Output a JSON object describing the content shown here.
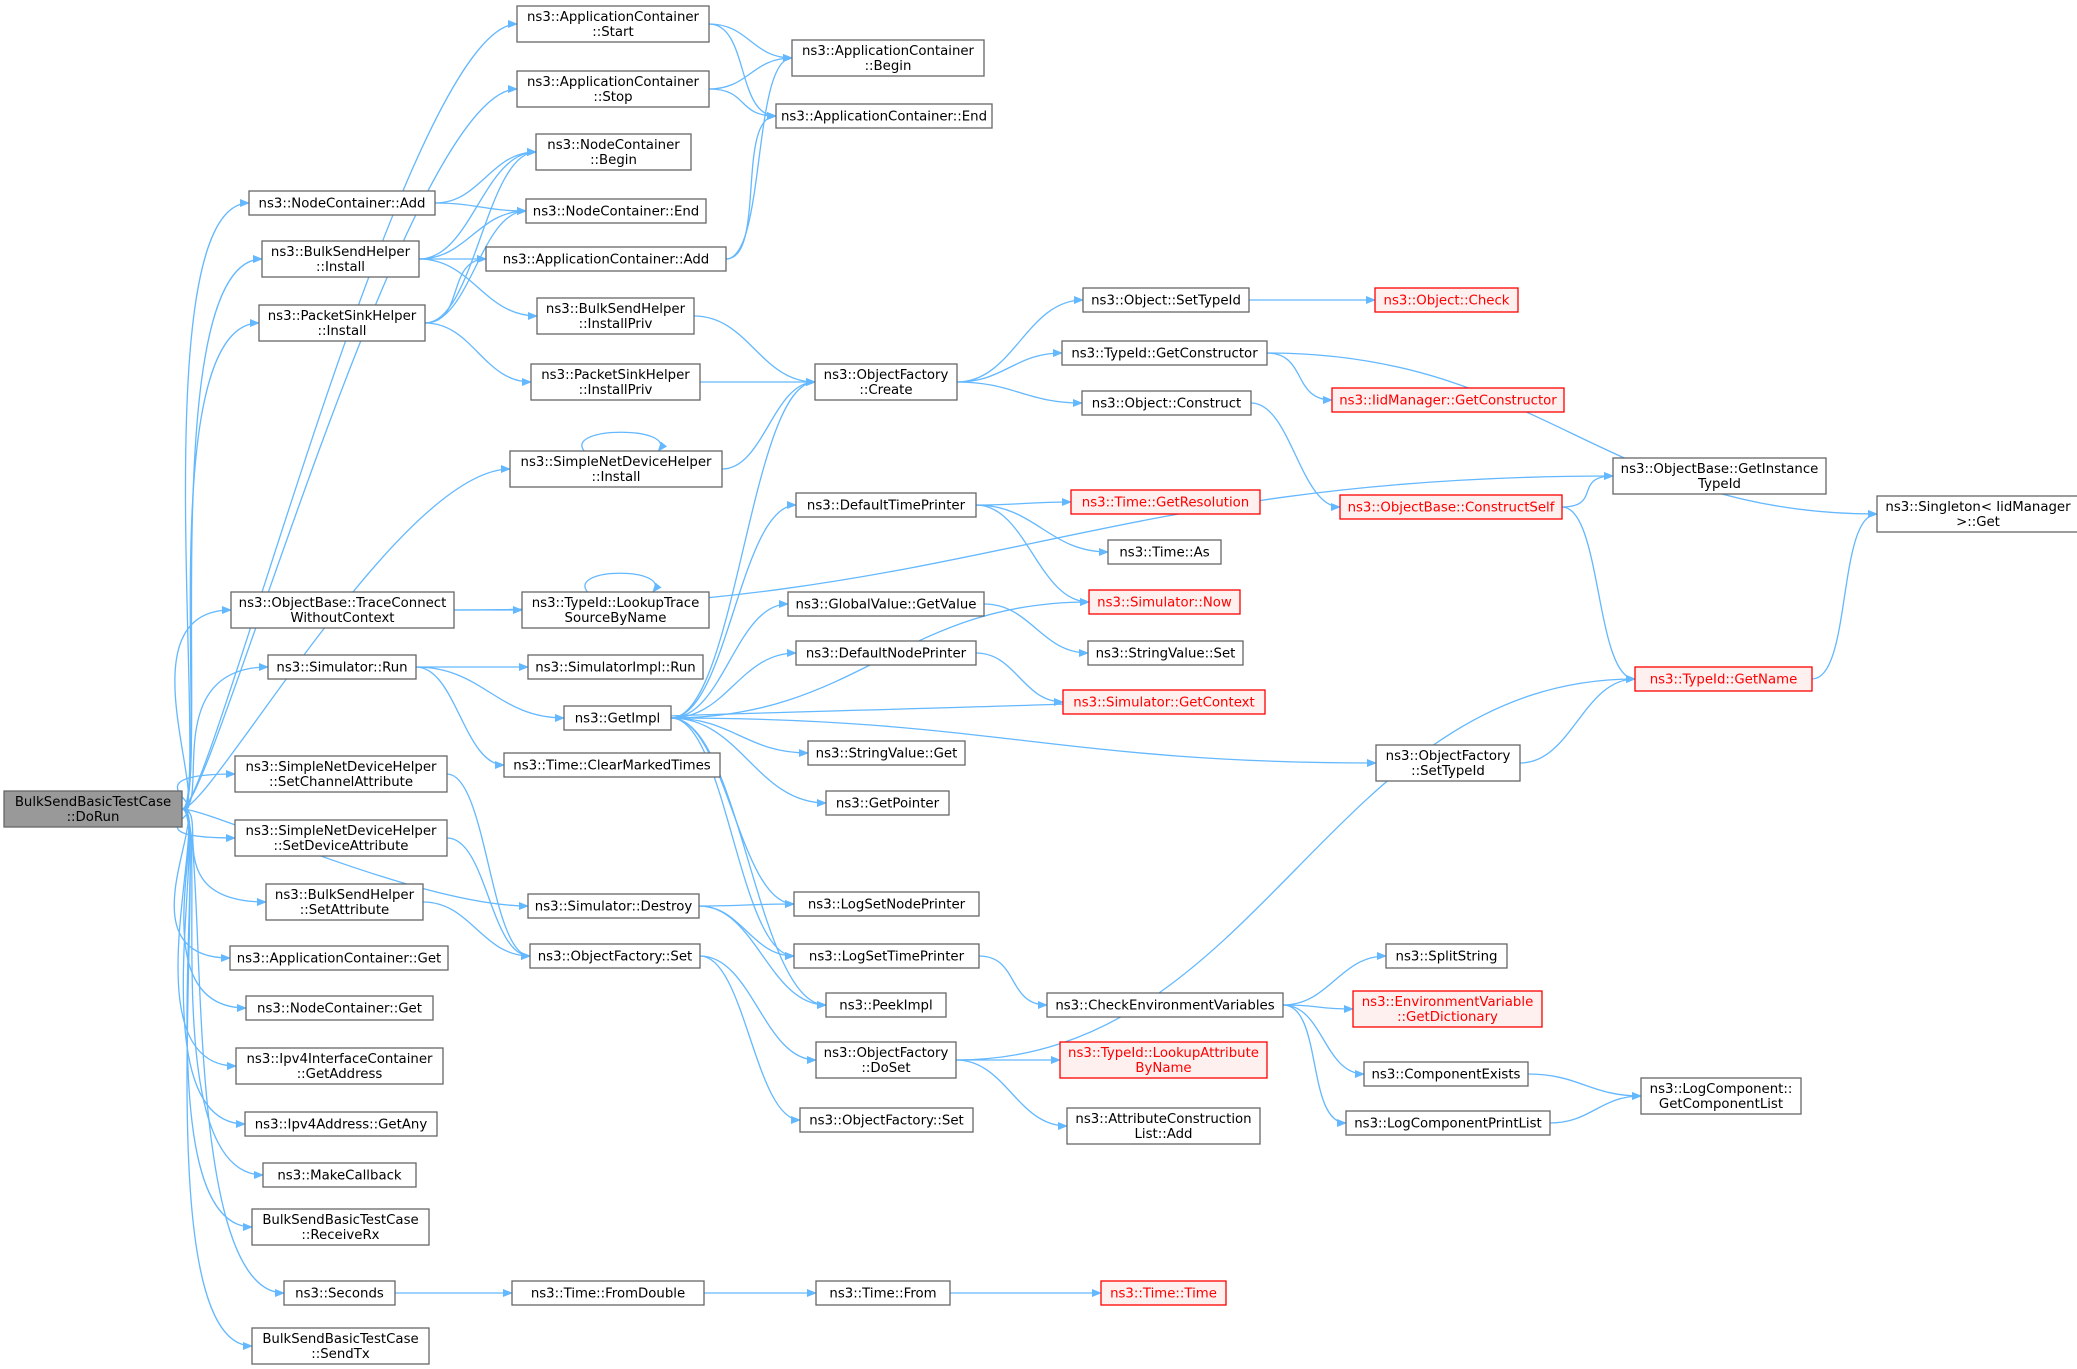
{
  "colors": {
    "edge": "#63b8ff",
    "node_border": "#666666",
    "root_fill": "#999999",
    "red_border": "#ff0000",
    "red_fill": "#fff0f0"
  },
  "nodes": [
    {
      "id": "root",
      "lines": [
        "BulkSendBasicTestCase",
        "::DoRun"
      ],
      "style": "root"
    },
    {
      "id": "acStart",
      "lines": [
        "ns3::ApplicationContainer",
        "::Start"
      ]
    },
    {
      "id": "acStop",
      "lines": [
        "ns3::ApplicationContainer",
        "::Stop"
      ]
    },
    {
      "id": "acBegin",
      "lines": [
        "ns3::ApplicationContainer",
        "::Begin"
      ]
    },
    {
      "id": "acEnd",
      "lines": [
        "ns3::ApplicationContainer::End"
      ]
    },
    {
      "id": "ncBegin",
      "lines": [
        "ns3::NodeContainer",
        "::Begin"
      ]
    },
    {
      "id": "ncAdd",
      "lines": [
        "ns3::NodeContainer::Add"
      ]
    },
    {
      "id": "ncEnd",
      "lines": [
        "ns3::NodeContainer::End"
      ]
    },
    {
      "id": "bshInstall",
      "lines": [
        "ns3::BulkSendHelper",
        "::Install"
      ]
    },
    {
      "id": "acAdd",
      "lines": [
        "ns3::ApplicationContainer::Add"
      ]
    },
    {
      "id": "pshInstall",
      "lines": [
        "ns3::PacketSinkHelper",
        "::Install"
      ]
    },
    {
      "id": "bshInstallPriv",
      "lines": [
        "ns3::BulkSendHelper",
        "::InstallPriv"
      ]
    },
    {
      "id": "pshInstallPriv",
      "lines": [
        "ns3::PacketSinkHelper",
        "::InstallPriv"
      ]
    },
    {
      "id": "ofCreate",
      "lines": [
        "ns3::ObjectFactory",
        "::Create"
      ]
    },
    {
      "id": "objSetTypeId",
      "lines": [
        "ns3::Object::SetTypeId"
      ]
    },
    {
      "id": "objCheck",
      "lines": [
        "ns3::Object::Check"
      ],
      "style": "red"
    },
    {
      "id": "tidGetCtor",
      "lines": [
        "ns3::TypeId::GetConstructor"
      ]
    },
    {
      "id": "iidGetCtor",
      "lines": [
        "ns3::IidManager::GetConstructor"
      ],
      "style": "red"
    },
    {
      "id": "objConstruct",
      "lines": [
        "ns3::Object::Construct"
      ]
    },
    {
      "id": "sndhInstall",
      "lines": [
        "ns3::SimpleNetDeviceHelper",
        "::Install"
      ]
    },
    {
      "id": "obConstructSelf",
      "lines": [
        "ns3::ObjectBase::ConstructSelf"
      ],
      "style": "red"
    },
    {
      "id": "obGetInstanceTid",
      "lines": [
        "ns3::ObjectBase::GetInstance",
        "TypeId"
      ]
    },
    {
      "id": "singletonGet",
      "lines": [
        "ns3::Singleton< IidManager",
        " >::Get"
      ]
    },
    {
      "id": "defTimePrinter",
      "lines": [
        "ns3::DefaultTimePrinter"
      ]
    },
    {
      "id": "timeGetRes",
      "lines": [
        "ns3::Time::GetResolution"
      ],
      "style": "red"
    },
    {
      "id": "timeAs",
      "lines": [
        "ns3::Time::As"
      ]
    },
    {
      "id": "obTraceConnect",
      "lines": [
        "ns3::ObjectBase::TraceConnect",
        "WithoutContext"
      ]
    },
    {
      "id": "tidLookupTrace",
      "lines": [
        "ns3::TypeId::LookupTrace",
        "SourceByName"
      ]
    },
    {
      "id": "simNow",
      "lines": [
        "ns3::Simulator::Now"
      ],
      "style": "red"
    },
    {
      "id": "gvGetValue",
      "lines": [
        "ns3::GlobalValue::GetValue"
      ]
    },
    {
      "id": "svSet",
      "lines": [
        "ns3::StringValue::Set"
      ]
    },
    {
      "id": "defNodePrinter",
      "lines": [
        "ns3::DefaultNodePrinter"
      ]
    },
    {
      "id": "simRun",
      "lines": [
        "ns3::Simulator::Run"
      ]
    },
    {
      "id": "simImplRun",
      "lines": [
        "ns3::SimulatorImpl::Run"
      ]
    },
    {
      "id": "getImpl",
      "lines": [
        "ns3::GetImpl"
      ]
    },
    {
      "id": "simGetContext",
      "lines": [
        "ns3::Simulator::GetContext"
      ],
      "style": "red"
    },
    {
      "id": "tidGetName",
      "lines": [
        "ns3::TypeId::GetName"
      ],
      "style": "red"
    },
    {
      "id": "svGet",
      "lines": [
        "ns3::StringValue::Get"
      ]
    },
    {
      "id": "timeClear",
      "lines": [
        "ns3::Time::ClearMarkedTimes"
      ]
    },
    {
      "id": "sndhSetChannel",
      "lines": [
        "ns3::SimpleNetDeviceHelper",
        "::SetChannelAttribute"
      ]
    },
    {
      "id": "ofSetTypeId",
      "lines": [
        "ns3::ObjectFactory",
        "::SetTypeId"
      ]
    },
    {
      "id": "getPointer",
      "lines": [
        "ns3::GetPointer"
      ]
    },
    {
      "id": "sndhSetDevice",
      "lines": [
        "ns3::SimpleNetDeviceHelper",
        "::SetDeviceAttribute"
      ]
    },
    {
      "id": "bshSetAttr",
      "lines": [
        "ns3::BulkSendHelper",
        "::SetAttribute"
      ]
    },
    {
      "id": "simDestroy",
      "lines": [
        "ns3::Simulator::Destroy"
      ]
    },
    {
      "id": "logSetNode",
      "lines": [
        "ns3::LogSetNodePrinter"
      ]
    },
    {
      "id": "acGet",
      "lines": [
        "ns3::ApplicationContainer::Get"
      ]
    },
    {
      "id": "ofSet",
      "lines": [
        "ns3::ObjectFactory::Set"
      ]
    },
    {
      "id": "logSetTime",
      "lines": [
        "ns3::LogSetTimePrinter"
      ]
    },
    {
      "id": "splitString",
      "lines": [
        "ns3::SplitString"
      ]
    },
    {
      "id": "ncGet",
      "lines": [
        "ns3::NodeContainer::Get"
      ]
    },
    {
      "id": "peekImpl",
      "lines": [
        "ns3::PeekImpl"
      ]
    },
    {
      "id": "checkEnv",
      "lines": [
        "ns3::CheckEnvironmentVariables"
      ]
    },
    {
      "id": "envGetDict",
      "lines": [
        "ns3::EnvironmentVariable",
        "::GetDictionary"
      ],
      "style": "red"
    },
    {
      "id": "ipv4IcGetAddr",
      "lines": [
        "ns3::Ipv4InterfaceContainer",
        "::GetAddress"
      ]
    },
    {
      "id": "ofDoSet",
      "lines": [
        "ns3::ObjectFactory",
        "::DoSet"
      ]
    },
    {
      "id": "tidLookupAttr",
      "lines": [
        "ns3::TypeId::LookupAttribute",
        "ByName"
      ],
      "style": "red"
    },
    {
      "id": "compExists",
      "lines": [
        "ns3::ComponentExists"
      ]
    },
    {
      "id": "lcGetList",
      "lines": [
        "ns3::LogComponent::",
        "GetComponentList"
      ]
    },
    {
      "id": "ipv4GetAny",
      "lines": [
        "ns3::Ipv4Address::GetAny"
      ]
    },
    {
      "id": "ofSet2",
      "lines": [
        "ns3::ObjectFactory::Set"
      ]
    },
    {
      "id": "acListAdd",
      "lines": [
        "ns3::AttributeConstruction",
        "List::Add"
      ]
    },
    {
      "id": "logCompPrint",
      "lines": [
        "ns3::LogComponentPrintList"
      ]
    },
    {
      "id": "makeCallback",
      "lines": [
        "ns3::MakeCallback"
      ]
    },
    {
      "id": "receiveRx",
      "lines": [
        "BulkSendBasicTestCase",
        "::ReceiveRx"
      ]
    },
    {
      "id": "seconds",
      "lines": [
        "ns3::Seconds"
      ]
    },
    {
      "id": "timeFromDouble",
      "lines": [
        "ns3::Time::FromDouble"
      ]
    },
    {
      "id": "timeFrom",
      "lines": [
        "ns3::Time::From"
      ]
    },
    {
      "id": "timeTime",
      "lines": [
        "ns3::Time::Time"
      ],
      "style": "red"
    },
    {
      "id": "sendTx",
      "lines": [
        "BulkSendBasicTestCase",
        "::SendTx"
      ]
    }
  ]
}
